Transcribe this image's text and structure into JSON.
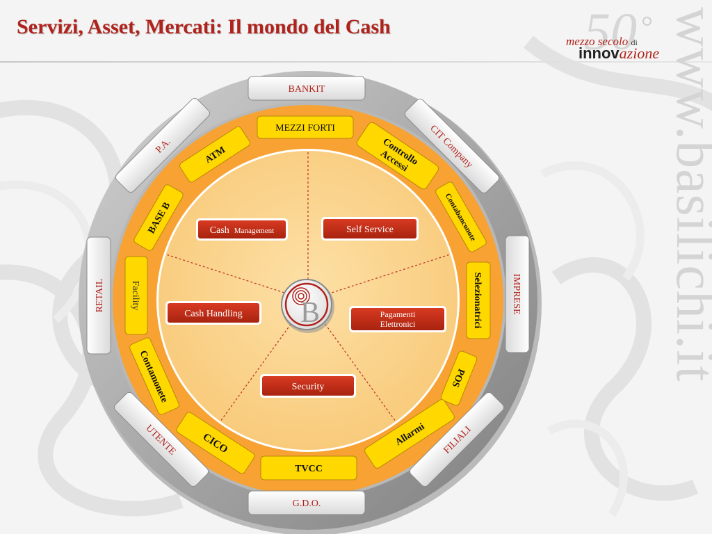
{
  "header": {
    "title": "Servizi, Asset, Mercati: Il mondo del Cash",
    "watermark": "www.basilichi.it"
  },
  "logo": {
    "number": "50",
    "line1": "mezzo secolo",
    "line1_small": "di",
    "line2a": "innov",
    "line2b": "azione",
    "center_letter": "B"
  },
  "colors": {
    "accent_red": "#b0221b",
    "yellow": "#ffd800",
    "orange_ring": "#f8a233",
    "inner_fill": "#fad489",
    "grey_ring": "#a0a0a0"
  },
  "outer_markets": {
    "bankit": "BANKIT",
    "cit": "CIT Company",
    "imprese": "IMPRESE",
    "filiali": "FILIALI",
    "gdo": "G.D.O.",
    "utente": "UTENTE",
    "retail": "RETAIL",
    "pa": "P.A."
  },
  "assets": {
    "mezzi_forti": "MEZZI FORTI",
    "controllo_1": "Controllo",
    "controllo_2": "Accessi",
    "contabanconote": "Contabanconote",
    "selezionatrici": "Selezionatrici",
    "pos": "POS",
    "allarmi": "Allarmi",
    "tvcc": "TVCC",
    "cico": "CICO",
    "contamonete": "Contamonete",
    "facility": "Facility",
    "base_b": "BASE B",
    "atm": "ATM"
  },
  "services": {
    "cash_management_1": "Cash",
    "cash_management_2": "Management",
    "self_service": "Self Service",
    "cash_handling": "Cash Handling",
    "pagamenti_1": "Pagamenti",
    "pagamenti_2": "Elettronici",
    "security": "Security"
  }
}
